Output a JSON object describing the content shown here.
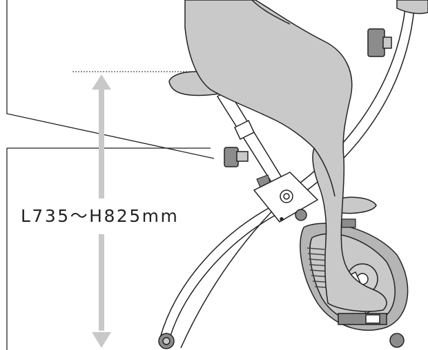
{
  "diagram": {
    "height_range_label": "L735〜H825mm",
    "colors": {
      "outline": "#222222",
      "body_fill": "#c9c9c9",
      "dark_fill": "#8c8c8c",
      "arrow": "#c8c8c8",
      "background": "#ffffff"
    },
    "icons": [
      "seat-height-arrow",
      "adjustment-knob",
      "pedal",
      "flywheel"
    ]
  }
}
